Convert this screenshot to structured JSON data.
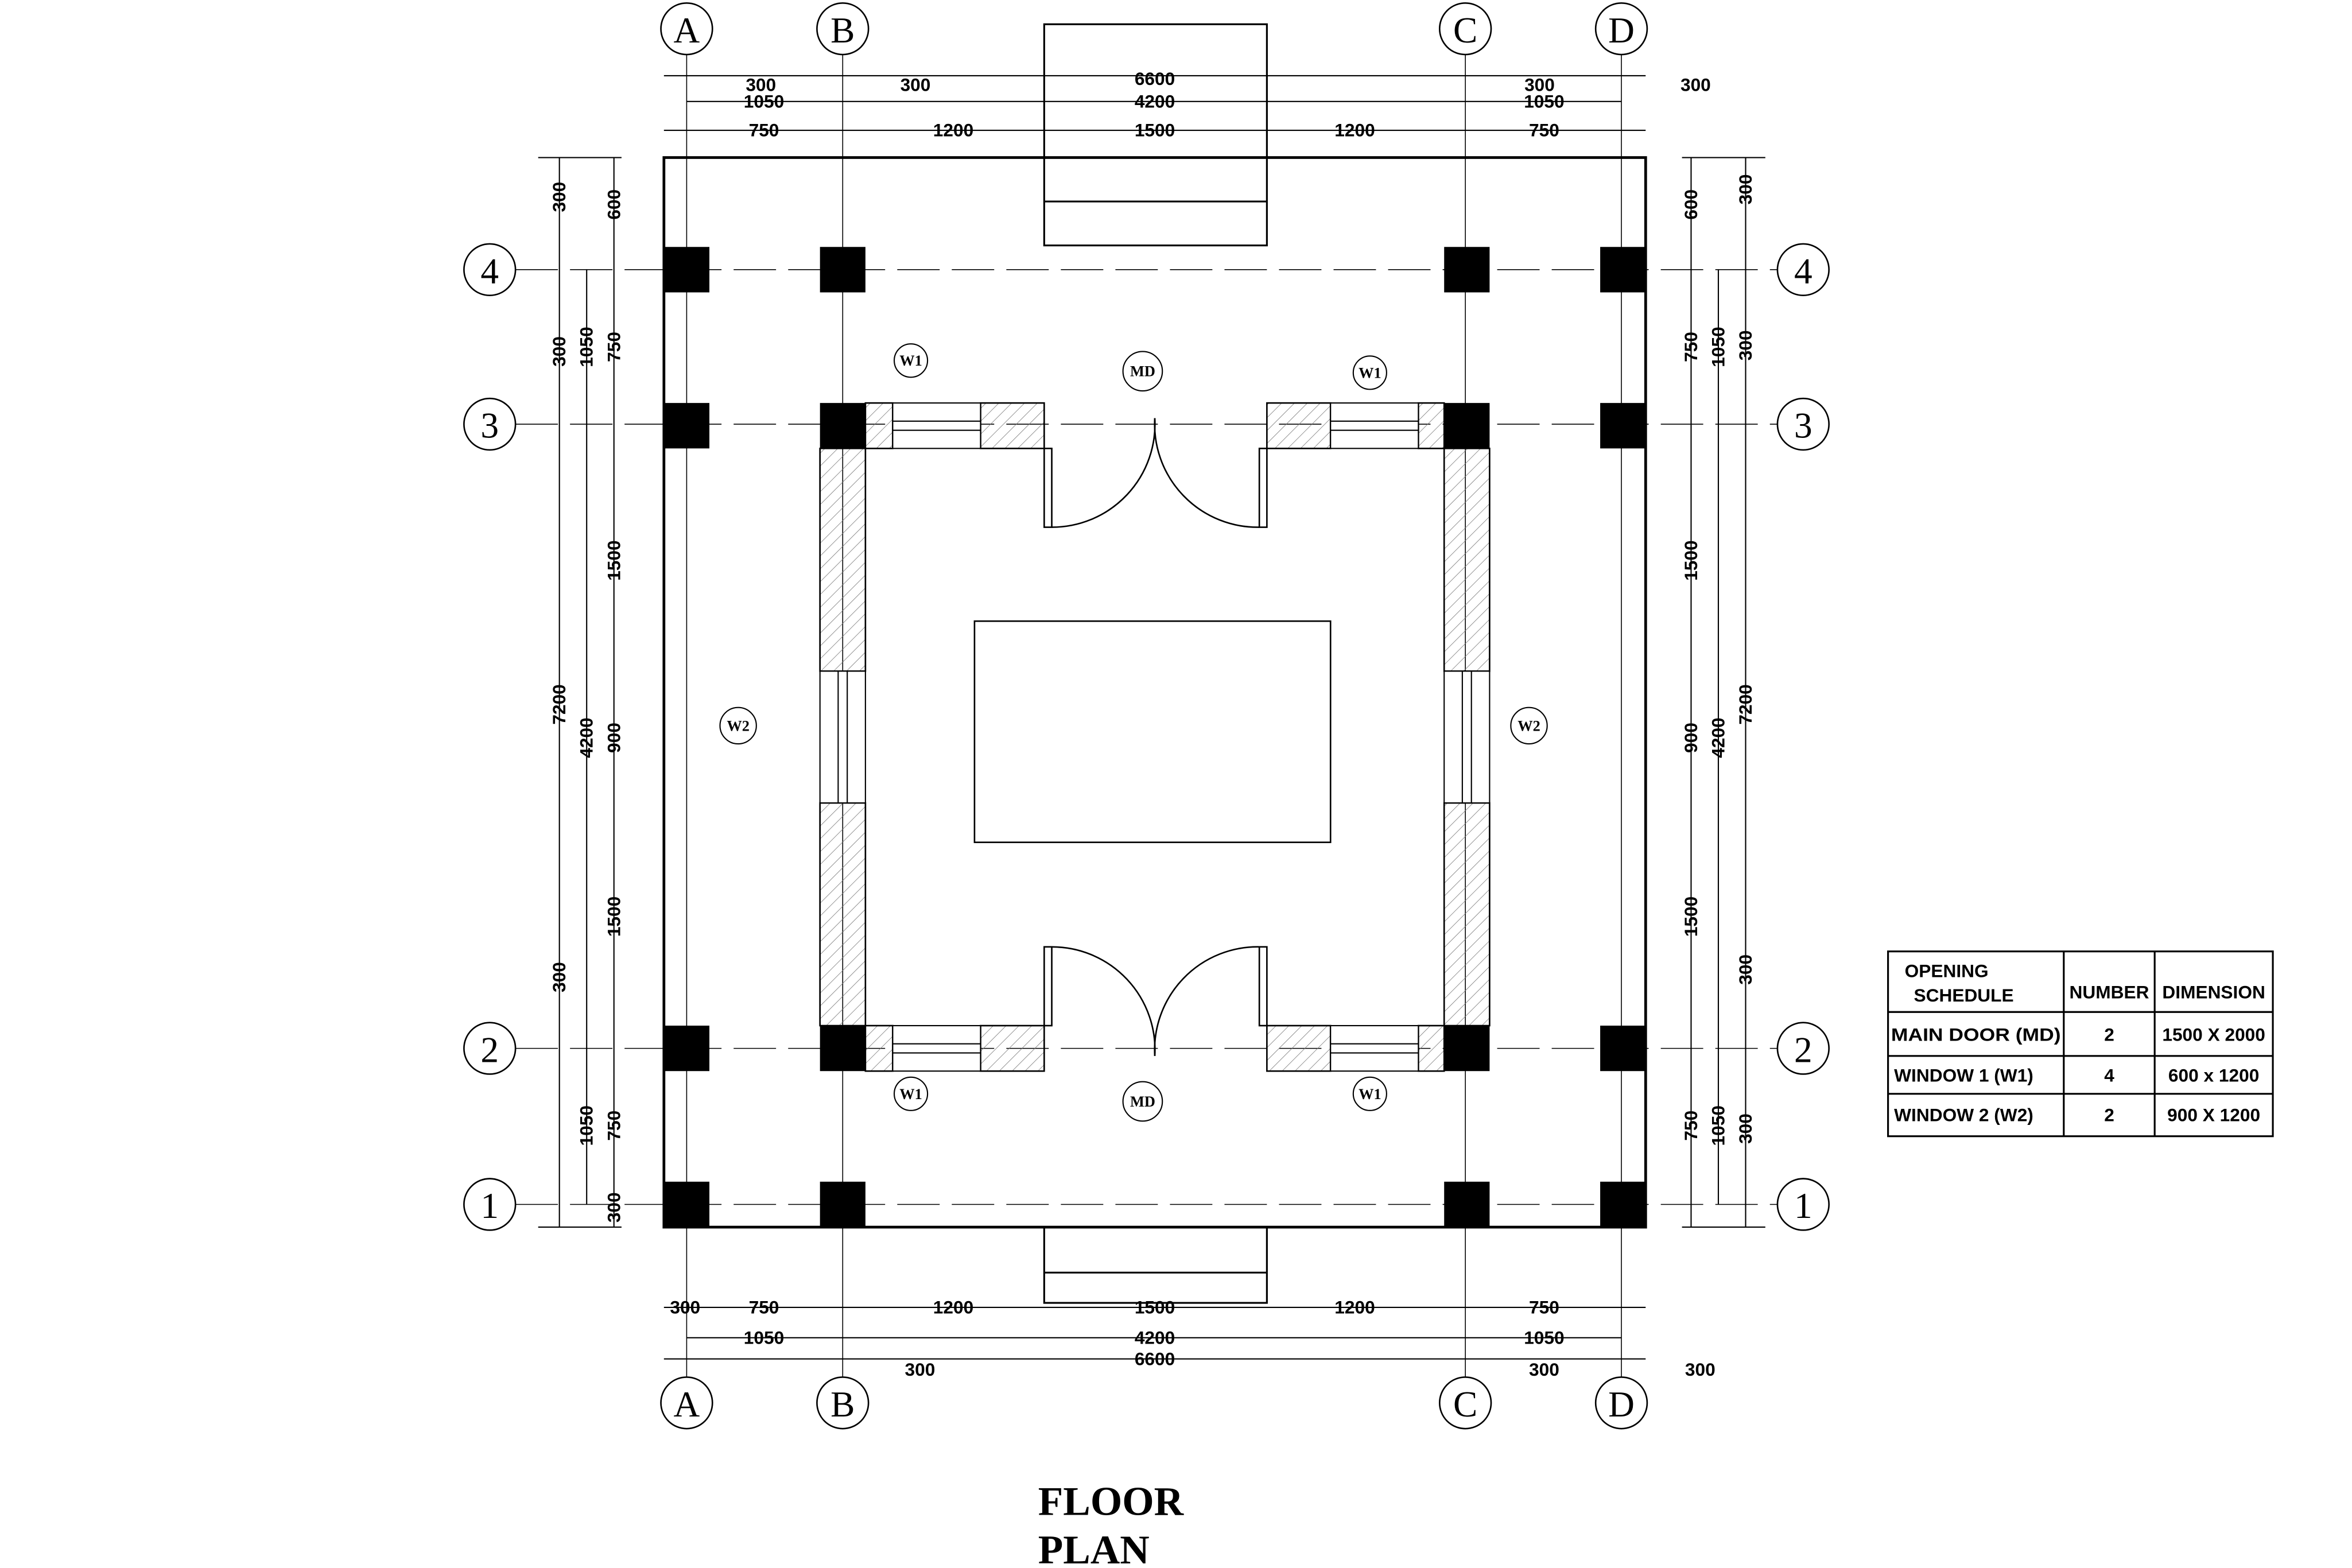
{
  "title": {
    "line1": "FLOOR",
    "line2": "PLAN"
  },
  "grid": {
    "columns": [
      "A",
      "B",
      "C",
      "D"
    ],
    "rows": [
      "1",
      "2",
      "3",
      "4"
    ]
  },
  "tags": {
    "w1": "W1",
    "w2": "W2",
    "md": "MD"
  },
  "dims": {
    "overall_width": "6600",
    "inner_width": "4200",
    "side_width": "1050",
    "offset": "300",
    "width_segments": [
      "750",
      "1200",
      "1500",
      "1200",
      "750"
    ],
    "overall_depth": "7200",
    "inner_depth": "4200",
    "side_depth": "1050",
    "depth_segments": [
      "600",
      "750",
      "1500",
      "900",
      "1500",
      "750"
    ]
  },
  "schedule": {
    "header": [
      "OPENING",
      "SCHEDULE",
      "NUMBER",
      "DIMENSION"
    ],
    "rows": [
      {
        "name": "MAIN DOOR (MD)",
        "number": "2",
        "dimension": "1500 X 2000"
      },
      {
        "name": "WINDOW 1 (W1)",
        "number": "4",
        "dimension": "600 x 1200"
      },
      {
        "name": "WINDOW 2 (W2)",
        "number": "2",
        "dimension": "900 X 1200"
      }
    ]
  }
}
